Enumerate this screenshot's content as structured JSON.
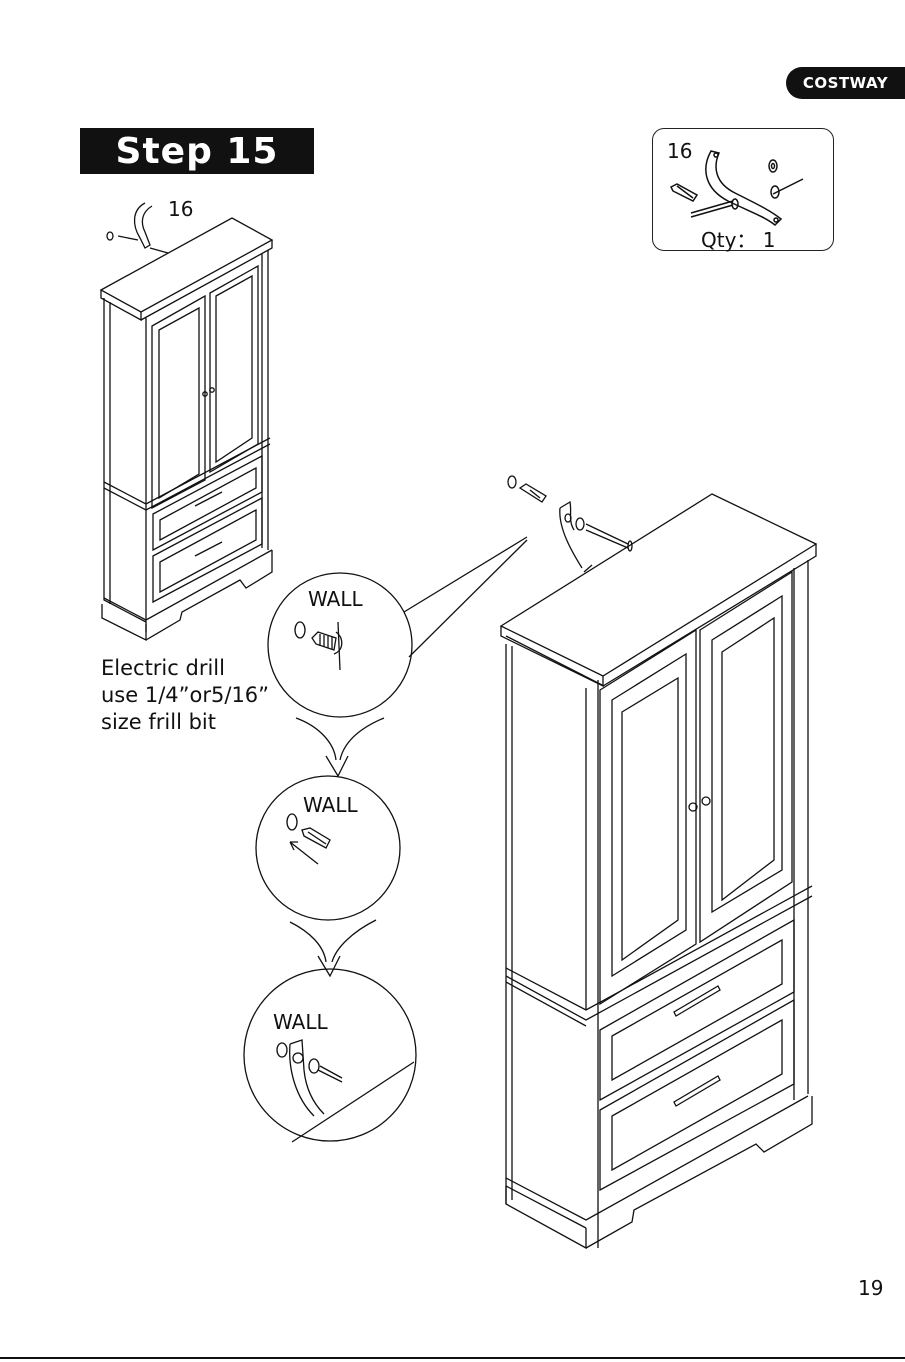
{
  "brand": {
    "name": "COSTWAY"
  },
  "step": {
    "title": "Step 15"
  },
  "part_box": {
    "number": "16",
    "qty_label": "Qty：",
    "qty_value": "1"
  },
  "small_figure": {
    "part_number": "16"
  },
  "detail_labels": {
    "wall_1": "WALL",
    "wall_2": "WALL",
    "wall_3": "WALL"
  },
  "note": {
    "line1": "Electric drill",
    "line2": "use 1/4”or5/16”",
    "line3": "size frill bit"
  },
  "page": {
    "number": "19"
  },
  "icons": [
    "anti-tip-strap-icon",
    "wall-anchor-icon",
    "wood-screw-icon",
    "washer-icon",
    "drill-bit-icon",
    "arrow-down-icon"
  ]
}
